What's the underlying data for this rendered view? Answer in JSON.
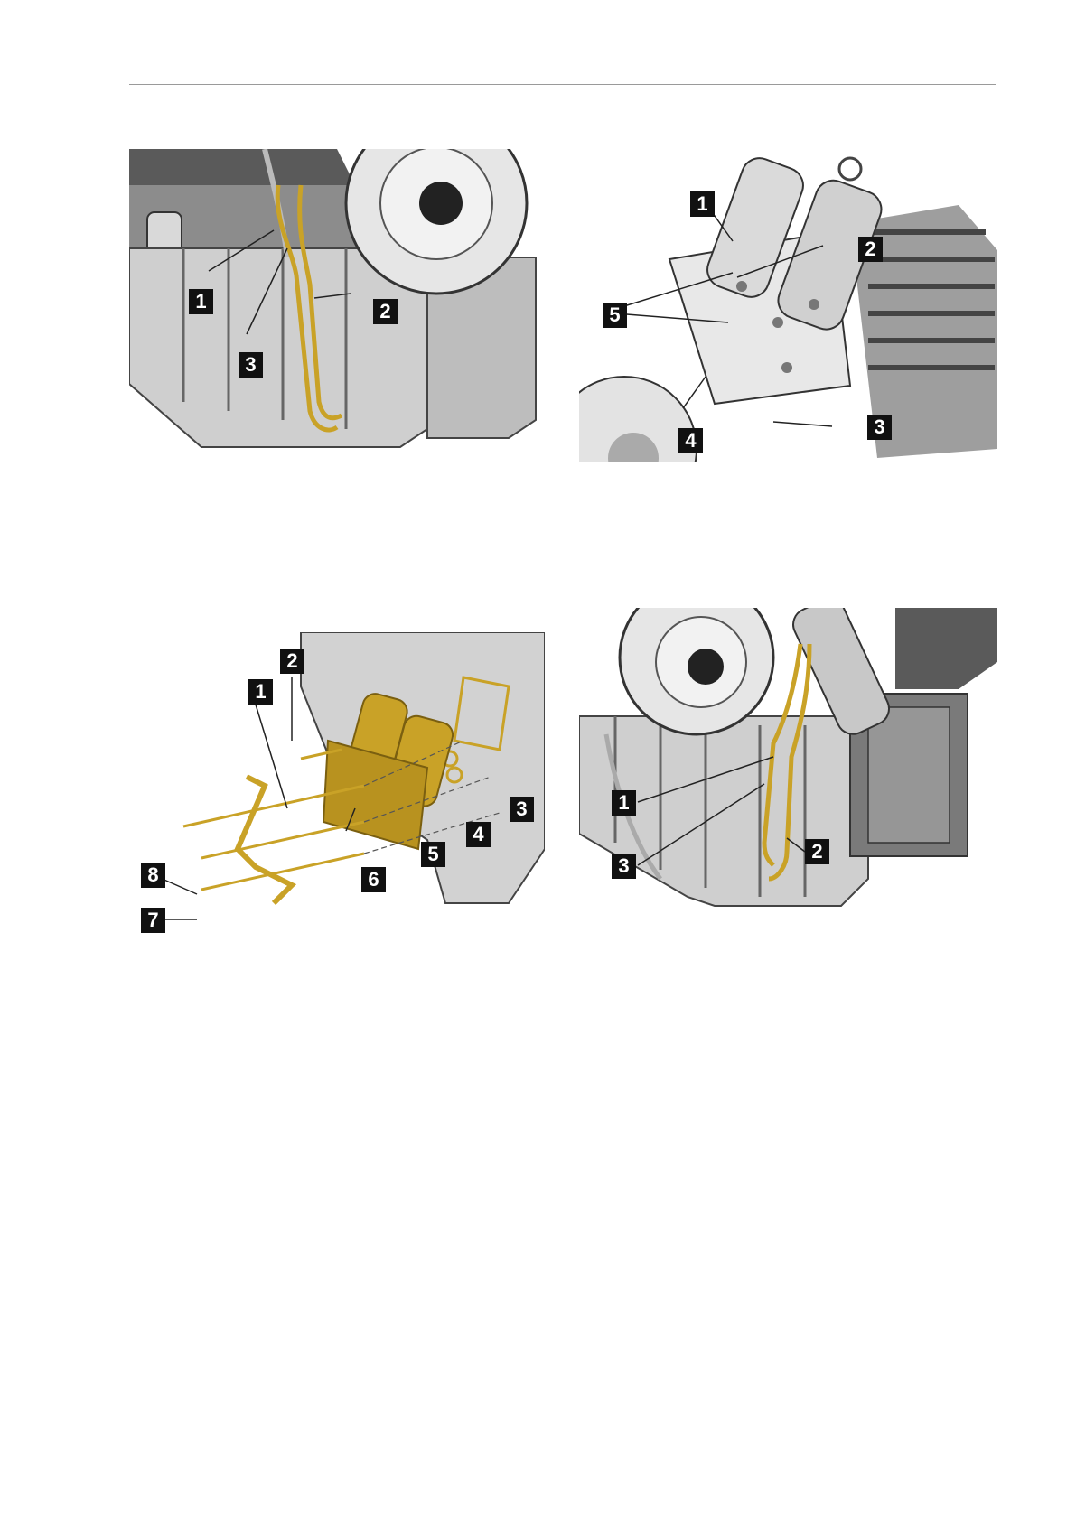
{
  "figures": [
    {
      "callouts": [
        "1",
        "2",
        "3"
      ]
    },
    {
      "callouts": [
        "1",
        "2",
        "5",
        "4",
        "3"
      ]
    },
    {
      "callouts": [
        "2",
        "1",
        "3",
        "4",
        "5",
        "6",
        "8",
        "7"
      ]
    },
    {
      "callouts": [
        "1",
        "2",
        "3"
      ]
    }
  ],
  "colors": {
    "highlight": "#c9a227",
    "rule": "#9a9a9a",
    "callout_bg": "#111111"
  }
}
